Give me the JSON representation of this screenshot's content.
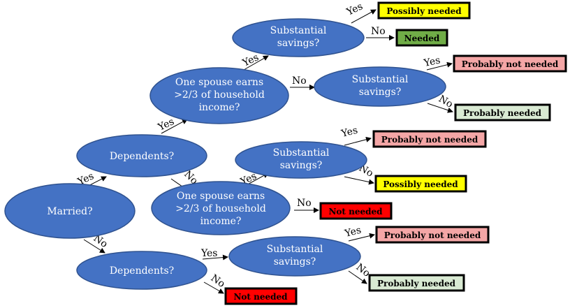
{
  "colors": {
    "node_fill": "#4472c4",
    "node_stroke": "#2f528f",
    "yellow": "#ffff00",
    "green": "#70ad47",
    "pink": "#f4a6a6",
    "light_green": "#d9ead3",
    "red": "#ff0000"
  },
  "nodes": {
    "married": [
      "Married?"
    ],
    "dependents_married": [
      "Dependents?"
    ],
    "dependents_single": [
      "Dependents?"
    ],
    "earner_with_deps": [
      "One spouse earns",
      ">2/3 of household",
      "income?"
    ],
    "earner_no_deps": [
      "One spouse earns",
      ">2/3 of household",
      "income?"
    ],
    "savings_a": [
      "Substantial",
      "savings?"
    ],
    "savings_b": [
      "Substantial",
      "savings?"
    ],
    "savings_c": [
      "Substantial",
      "savings?"
    ],
    "savings_d": [
      "Substantial",
      "savings?"
    ]
  },
  "outcomes": {
    "o1": "Possibly needed",
    "o2": "Needed",
    "o3": "Probably not needed",
    "o4": "Probably needed",
    "o5": "Probably not needed",
    "o6": "Possibly needed",
    "o7": "Not needed",
    "o8": "Probably not needed",
    "o9": "Probably needed",
    "o10": "Not needed"
  },
  "edge_labels": {
    "married_yes": "Yes",
    "married_no": "No",
    "dep_married_yes": "Yes",
    "dep_married_no": "No",
    "earner1_yes": "Yes",
    "earner1_no": "No",
    "sav_a_yes": "Yes",
    "sav_a_no": "No",
    "sav_b_yes": "Yes",
    "sav_b_no": "No",
    "earner2_yes": "Yes",
    "earner2_no": "No",
    "sav_c_yes": "Yes",
    "sav_c_no": "No",
    "dep_single_yes": "Yes",
    "dep_single_no": "No",
    "sav_d_yes": "Yes",
    "sav_d_no": "No"
  }
}
